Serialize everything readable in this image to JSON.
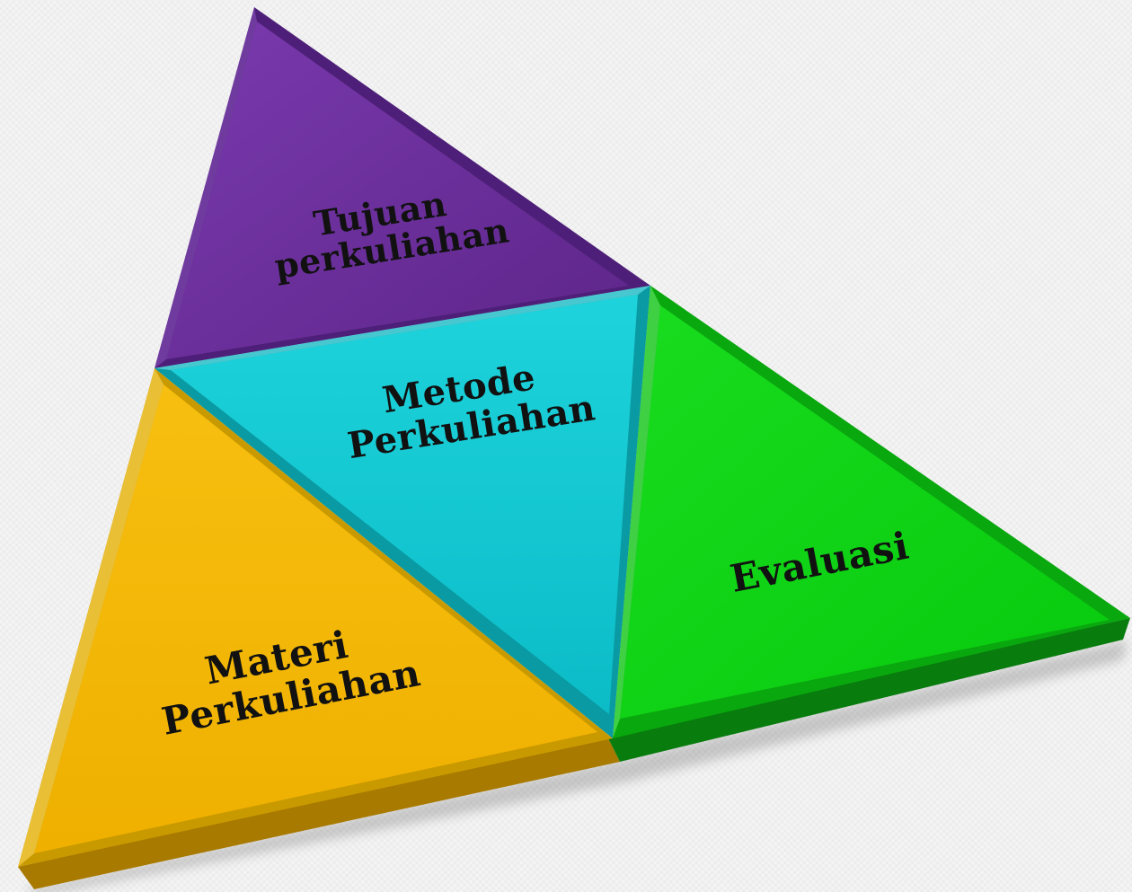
{
  "diagram": {
    "segments": {
      "top": {
        "lines": [
          "Tujuan",
          "perkuliahan"
        ],
        "color": "#6a2d9a"
      },
      "center": {
        "lines": [
          "Metode",
          "Perkuliahan"
        ],
        "color": "#12c8d2"
      },
      "left": {
        "lines": [
          "Materi",
          "Perkuliahan"
        ],
        "color": "#f4b806"
      },
      "right": {
        "lines": [
          "Evaluasi"
        ],
        "color": "#0cd412"
      }
    },
    "base_colors": {
      "left": "#b78600",
      "right": "#0a8a10"
    }
  }
}
